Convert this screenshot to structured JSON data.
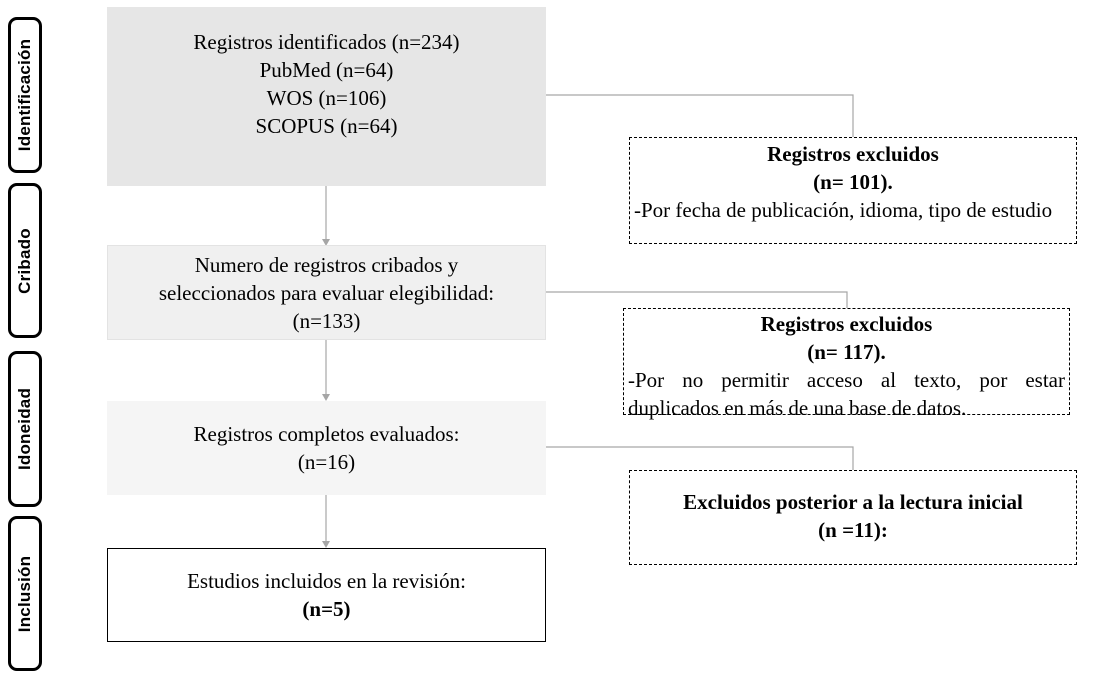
{
  "phases": {
    "identification": "Identificación",
    "screening": "Cribado",
    "eligibility": "Idoneidad",
    "inclusion": "Inclusión"
  },
  "identified": {
    "line1": "Registros identificados (n=234)",
    "line2": "PubMed (n=64)",
    "line3": "WOS (n=106)",
    "line4": "SCOPUS (n=64)"
  },
  "screened": {
    "line1": "Numero de registros cribados y",
    "line2": "seleccionados para evaluar elegibilidad:",
    "line3": "(n=133)"
  },
  "assessed": {
    "line1": "Registros completos evaluados:",
    "line2": "(n=16)"
  },
  "included": {
    "line1": "Estudios incluidos en la revisión:",
    "line2": "(n=5)"
  },
  "excluded1": {
    "title": "Registros excluidos",
    "count": "(n= 101).",
    "desc": "-Por fecha de publicación, idioma, tipo de estudio"
  },
  "excluded2": {
    "title": "Registros excluidos",
    "count": "(n= 117).",
    "desc": "-Por no permitir acceso al texto, por estar duplicados en más de una base de datos."
  },
  "excluded3": {
    "title": "Excluidos posterior a la lectura inicial",
    "count": "(n =11):"
  },
  "colors": {
    "connector": "#a6a6a6",
    "box_identified": "#e6e6e6",
    "box_screened": "#f0f0f0",
    "box_assessed": "#f5f5f5"
  }
}
